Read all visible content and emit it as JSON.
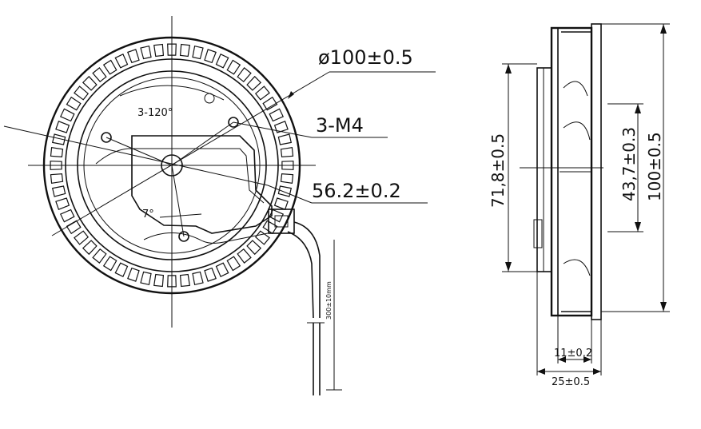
{
  "front_view": {
    "dim_diameter": "ø100±0.5",
    "dim_mount_holes": "3-M4",
    "dim_hole_circle": "56.2±0.2",
    "dim_hole_angle": "3-120°",
    "dim_tab_angle": "7°",
    "dim_wire_length": "300±10mm"
  },
  "side_view": {
    "dim_outer_height": "100±0.5",
    "dim_inlet_height": "71,8±0.5",
    "dim_hub_height": "43,7±0.3",
    "dim_hub_width": "11±0.2",
    "dim_total_width": "25±0.5"
  }
}
